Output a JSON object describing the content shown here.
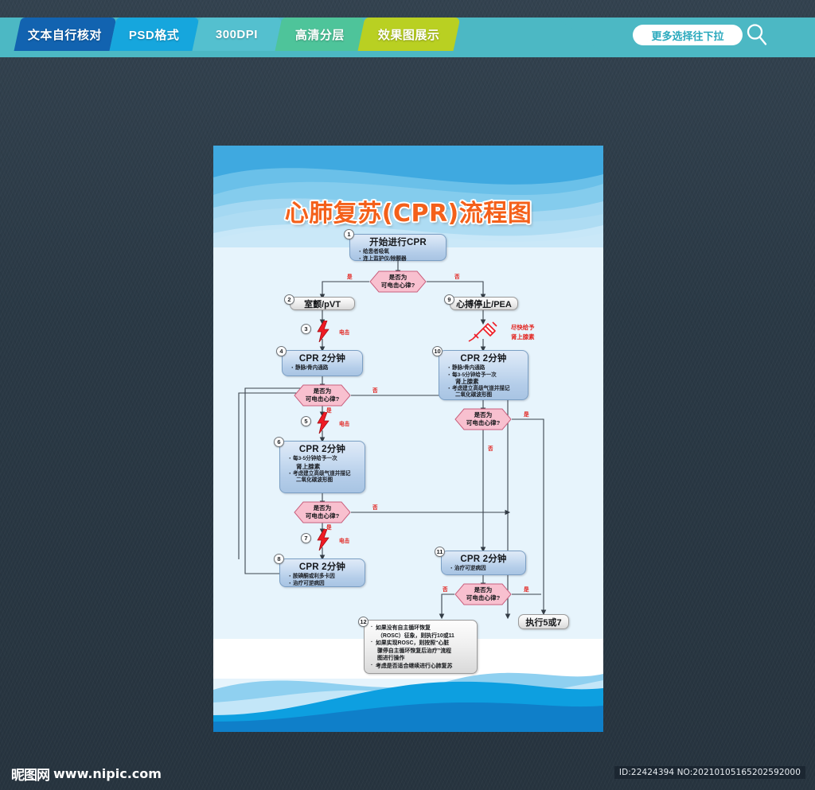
{
  "topbar": {
    "background_color": "#4cb8c4",
    "tabs": [
      {
        "label": "文本自行核对",
        "color": "#1263b0",
        "name": "tab-text-proofread"
      },
      {
        "label": "PSD格式",
        "color": "#16a6dd",
        "name": "tab-psd-format"
      },
      {
        "label": "300DPI",
        "color": "#54c0cf",
        "name": "tab-300dpi"
      },
      {
        "label": "高清分层",
        "color": "#4ec49a",
        "name": "tab-hd-layers"
      },
      {
        "label": "效果图展示",
        "color": "#b9d022",
        "name": "tab-preview-display"
      }
    ],
    "search": {
      "label": "更多选择往下拉",
      "icon": "search-icon"
    }
  },
  "poster": {
    "title": "心肺复苏(CPR)流程图",
    "title_color": "#f4601a",
    "nodes": {
      "n1": {
        "index": "1",
        "heading": "开始进行CPR",
        "items": [
          "给患者吸氧",
          "连上监护仪/除颤器"
        ]
      },
      "n2": {
        "index": "2",
        "heading": "室颤/pVT"
      },
      "n4": {
        "index": "4",
        "heading": "CPR 2分钟",
        "items": [
          "静脉/骨内通路"
        ]
      },
      "n6": {
        "index": "6",
        "heading": "CPR 2分钟",
        "items": [
          "每3-5分钟给予一次",
          "肾上腺素",
          "考虑建立高级气道并描记",
          "二氧化碳波形图"
        ]
      },
      "n8": {
        "index": "8",
        "heading": "CPR 2分钟",
        "items": [
          "胺碘酮或利多卡因",
          "治疗可逆病因"
        ]
      },
      "n9": {
        "index": "9",
        "heading": "心搏停止/PEA"
      },
      "n10": {
        "index": "10",
        "heading": "CPR 2分钟",
        "items": [
          "静脉/骨内通路",
          "每3-5分钟给予一次",
          "肾上腺素",
          "考虑建立高级气道并描记",
          "二氧化碳波形图"
        ]
      },
      "n11": {
        "index": "11",
        "heading": "CPR 2分钟",
        "items": [
          "治疗可逆病因"
        ]
      },
      "n12": {
        "index": "12",
        "items": [
          "如果没有自主循环恢复",
          "（ROSC）征象，则执行10或11",
          "如果实现ROSC，则按照“心脏",
          "骤停自主循环恢复后治疗”流程",
          "图进行操作",
          "考虑是否适合继续进行心肺复苏"
        ]
      },
      "n13": {
        "heading": "执行5或7"
      }
    },
    "decisions": {
      "d1": {
        "line1": "是否为",
        "line2": "可电击心律?"
      },
      "d2": {
        "line1": "是否为",
        "line2": "可电击心律?"
      },
      "d3": {
        "line1": "是否为",
        "line2": "可电击心律?"
      },
      "d4": {
        "line1": "是否为",
        "line2": "可电击心律?"
      },
      "d5": {
        "line1": "是否为",
        "line2": "可电击心律?"
      }
    },
    "labels": {
      "yes": "是",
      "no": "否",
      "shock": "电击",
      "epi_line1": "尽快给予",
      "epi_line2": "肾上腺素"
    },
    "markers": {
      "bolt3": "3",
      "bolt5": "5",
      "bolt7": "7"
    }
  },
  "footer": {
    "logo_mark": "昵图网",
    "logo_url": "www.nipic.com",
    "id_text": "ID:22424394 NO:20210105165202592000"
  }
}
